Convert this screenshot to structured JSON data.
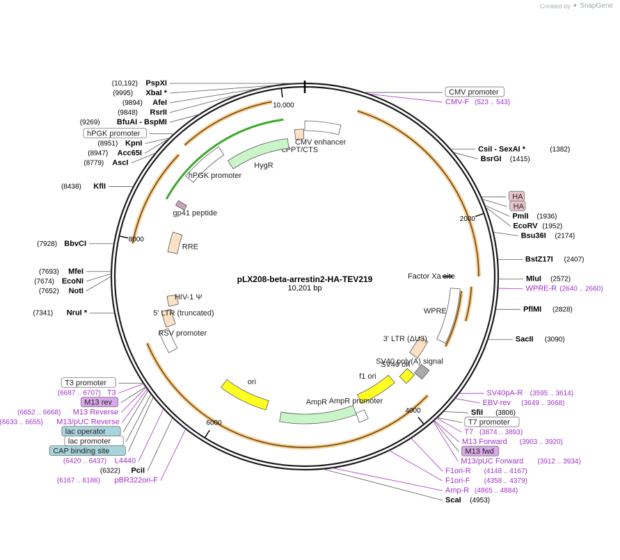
{
  "credit": {
    "created_by": "Created by",
    "brand": "SnapGene"
  },
  "plasmid": {
    "name": "pLX208-beta-arrestin2-HA-TEV219",
    "size_label": "10,201 bp",
    "total_bp": 10201
  },
  "ticks": [
    {
      "label": "2000",
      "bp": 2000
    },
    {
      "label": "4000",
      "bp": 4000
    },
    {
      "label": "6000",
      "bp": 6000
    },
    {
      "label": "8000",
      "bp": 8000
    },
    {
      "label": "10,000",
      "bp": 10000
    }
  ],
  "sites": [
    {
      "name": "PspXI",
      "pos": "(10,192)",
      "bp": 10192
    },
    {
      "name": "XbaI *",
      "pos": "(9995)",
      "bp": 9995
    },
    {
      "name": "AfeI",
      "pos": "(9894)",
      "bp": 9894
    },
    {
      "name": "RsrII",
      "pos": "(9848)",
      "bp": 9848
    },
    {
      "name": "BfuAI - BspMI",
      "pos": "(9269)",
      "bp": 9269
    },
    {
      "name": "KpnI",
      "pos": "(8951)",
      "bp": 8951
    },
    {
      "name": "Acc65I",
      "pos": "(8947)",
      "bp": 8947
    },
    {
      "name": "AscI",
      "pos": "(8779)",
      "bp": 8779
    },
    {
      "name": "KflI",
      "pos": "(8438)",
      "bp": 8438
    },
    {
      "name": "BbvCI",
      "pos": "(7928)",
      "bp": 7928
    },
    {
      "name": "MfeI",
      "pos": "(7693)",
      "bp": 7693
    },
    {
      "name": "EcoNI",
      "pos": "(7674)",
      "bp": 7674
    },
    {
      "name": "NotI",
      "pos": "(7652)",
      "bp": 7652
    },
    {
      "name": "NruI *",
      "pos": "(7341)",
      "bp": 7341
    },
    {
      "name": "PciI",
      "pos": "(6322)",
      "bp": 6322
    },
    {
      "name": "ScaI",
      "pos": "(4953)",
      "bp": 4953
    },
    {
      "name": "SfiI",
      "pos": "(3806)",
      "bp": 3806
    },
    {
      "name": "SacII",
      "pos": "(3090)",
      "bp": 3090
    },
    {
      "name": "PflMI",
      "pos": "(2828)",
      "bp": 2828
    },
    {
      "name": "MluI",
      "pos": "(2572)",
      "bp": 2572
    },
    {
      "name": "BstZ17I",
      "pos": "(2407)",
      "bp": 2407
    },
    {
      "name": "Bsu36I",
      "pos": "(2174)",
      "bp": 2174
    },
    {
      "name": "EcoRV",
      "pos": "(1952)",
      "bp": 1952
    },
    {
      "name": "PmlI",
      "pos": "(1936)",
      "bp": 1936
    },
    {
      "name": "BsrGI",
      "pos": "(1415)",
      "bp": 1415
    },
    {
      "name": "CsiI - SexAI *",
      "pos": "(1382)",
      "bp": 1382
    }
  ],
  "primers": [
    {
      "name": "CMV-F",
      "pos": "(523 .. 543)",
      "bp": 533
    },
    {
      "name": "WPRE-R",
      "pos": "(2640 .. 2660)",
      "bp": 2650
    },
    {
      "name": "SV40pA-R",
      "pos": "(3595 .. 3614)",
      "bp": 3605
    },
    {
      "name": "EBV-rev",
      "pos": "(3649 .. 3668)",
      "bp": 3659
    },
    {
      "name": "T7",
      "pos": "(3874 .. 3893)",
      "bp": 3884
    },
    {
      "name": "M13 Forward",
      "pos": "(3903 .. 3920)",
      "bp": 3912
    },
    {
      "name": "M13/pUC Forward",
      "pos": "(3912 .. 3934)",
      "bp": 3923
    },
    {
      "name": "F1ori-R",
      "pos": "(4148 .. 4167)",
      "bp": 4158
    },
    {
      "name": "F1ori-F",
      "pos": "(4358 .. 4379)",
      "bp": 4369
    },
    {
      "name": "Amp-R",
      "pos": "(4865 .. 4884)",
      "bp": 4875
    },
    {
      "name": "pBR322ori-F",
      "pos": "(6167 .. 6186)",
      "bp": 6177
    },
    {
      "name": "L4440",
      "pos": "(6420 .. 6437)",
      "bp": 6428
    },
    {
      "name": "M13/pUC Reverse",
      "pos": "(6633 .. 6655)",
      "bp": 6644
    },
    {
      "name": "M13 Reverse",
      "pos": "(6652 .. 6668)",
      "bp": 6660
    },
    {
      "name": "T3",
      "pos": "(6687 .. 6707)",
      "bp": 6697
    }
  ],
  "boxed_labels": [
    {
      "name": "CMV promoter",
      "bp": 500,
      "color": "#ffffff"
    },
    {
      "name": "HA",
      "bp": 1860,
      "color": "#e8c4cc"
    },
    {
      "name": "HA",
      "bp": 1880,
      "color": "#e8c4cc"
    },
    {
      "name": "T7 promoter",
      "bp": 3880,
      "color": "#ffffff"
    },
    {
      "name": "M13 fwd",
      "bp": 3915,
      "color": "#d9a8e8"
    },
    {
      "name": "T3 promoter",
      "bp": 6700,
      "color": "#ffffff"
    },
    {
      "name": "M13 rev",
      "bp": 6665,
      "color": "#d9a8e8"
    },
    {
      "name": "lac operator",
      "bp": 6630,
      "color": "#a8d4dc"
    },
    {
      "name": "lac promoter",
      "bp": 6590,
      "color": "#ffffff"
    },
    {
      "name": "CAP binding site",
      "bp": 6560,
      "color": "#a8d4dc"
    },
    {
      "name": "hPGK promoter",
      "bp": 9000,
      "color": "#ffffff"
    }
  ],
  "features": [
    {
      "name": "CMV enhancer",
      "start": 0,
      "end": 380,
      "color": "#ffffff"
    },
    {
      "name": "cPPT/CTS",
      "start": 10090,
      "end": 10190,
      "color": "#fce1c4"
    },
    {
      "name": "HygR",
      "start": 9250,
      "end": 10000,
      "color": "#c9f5c9"
    },
    {
      "name": "hPGK promoter",
      "start": 8790,
      "end": 9250,
      "color": "#ffffff"
    },
    {
      "name": "gp41 peptide",
      "start": 8470,
      "end": 8530,
      "color": "#c9a4bc"
    },
    {
      "name": "RRE",
      "start": 7940,
      "end": 8180,
      "color": "#fce1c4"
    },
    {
      "name": "WPRE",
      "start": 2680,
      "end": 3270,
      "color": "#ffffff"
    },
    {
      "name": "Factor Xa site",
      "start": 2540,
      "end": 2560,
      "color": "#555555"
    },
    {
      "name": "3' LTR (ΔU3)",
      "start": 3340,
      "end": 3570,
      "color": "#fce1c4"
    },
    {
      "name": "SV40 poly(A) signal",
      "start": 3600,
      "end": 3720,
      "color": "#aaaaaa"
    },
    {
      "name": "SV40 ori",
      "start": 3740,
      "end": 3870,
      "color": "#ffff22"
    },
    {
      "name": "f1 ori",
      "start": 3960,
      "end": 4420,
      "color": "#ffff22"
    },
    {
      "name": "AmpR promoter",
      "start": 4420,
      "end": 4520,
      "color": "#ffffff"
    },
    {
      "name": "AmpR",
      "start": 4520,
      "end": 5380,
      "color": "#c9f5c9"
    },
    {
      "name": "ori",
      "start": 5560,
      "end": 6150,
      "color": "#ffff22"
    },
    {
      "name": "RSV promoter",
      "start": 6820,
      "end": 7060,
      "color": "#ffffff"
    },
    {
      "name": "5' LTR (truncated)",
      "start": 7080,
      "end": 7260,
      "color": "#fce1c4"
    },
    {
      "name": "HIV-1 Ψ",
      "start": 7300,
      "end": 7420,
      "color": "#fce1c4"
    }
  ],
  "colors": {
    "backbone": "#1a1a1a",
    "orf": "#f0a838",
    "orf_border": "#6b4410",
    "primer": "#a032c8"
  }
}
